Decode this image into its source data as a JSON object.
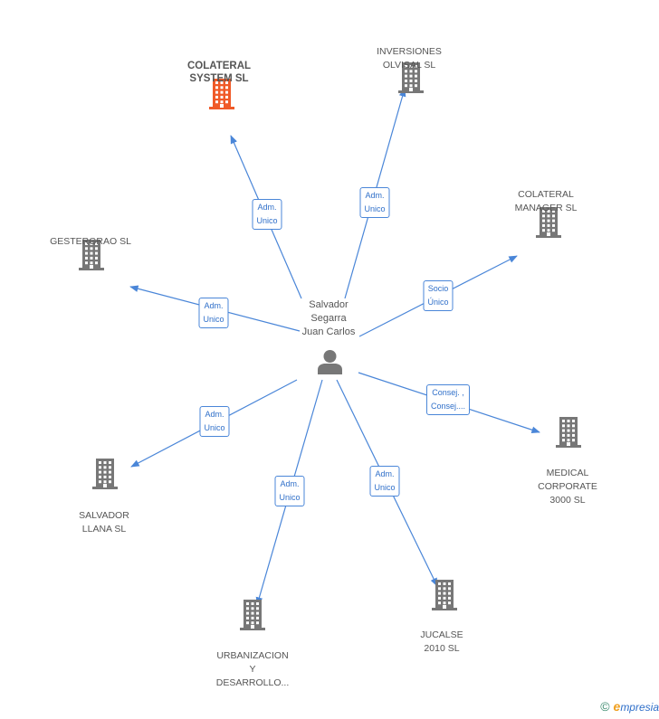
{
  "center": {
    "name": "Salvador\nSegarra\nJuan Carlos",
    "icon": "person-icon"
  },
  "colors": {
    "edge": "#4a86d8",
    "building": "#777777",
    "highlight": "#f05a28",
    "label_text": "#2f6fc9"
  },
  "companies": [
    {
      "id": "colateral-system",
      "name": "COLATERAL\nSYSTEM SL",
      "highlight": true,
      "relation": "Adm.\nUnico",
      "icon": "building-icon"
    },
    {
      "id": "inversiones-olvisal",
      "name": "INVERSIONES\nOLVISAL SL",
      "highlight": false,
      "relation": "Adm.\nUnico",
      "icon": "building-icon"
    },
    {
      "id": "colateral-manager",
      "name": "COLATERAL\nMANAGER SL",
      "highlight": false,
      "relation": "Socio\nÚnico",
      "icon": "building-icon"
    },
    {
      "id": "gestergrao",
      "name": "GESTERGRAO SL",
      "highlight": false,
      "relation": "Adm.\nUnico",
      "icon": "building-icon"
    },
    {
      "id": "medical-corporate",
      "name": "MEDICAL\nCORPORATE\n3000 SL",
      "highlight": false,
      "relation": "Consej. ,\nConsej....",
      "icon": "building-icon"
    },
    {
      "id": "salvador-llana",
      "name": "SALVADOR\nLLANA SL",
      "highlight": false,
      "relation": "Adm.\nUnico",
      "icon": "building-icon"
    },
    {
      "id": "urbanizacion",
      "name": "URBANIZACION\nY\nDESARROLLO...",
      "highlight": false,
      "relation": "Adm.\nUnico",
      "icon": "building-icon"
    },
    {
      "id": "jucalse",
      "name": "JUCALSE\n2010 SL",
      "highlight": false,
      "relation": "Adm.\nUnico",
      "icon": "building-icon"
    }
  ],
  "footer": {
    "copyright": "©",
    "brand_initial": "e",
    "brand_rest": "mpresia"
  }
}
